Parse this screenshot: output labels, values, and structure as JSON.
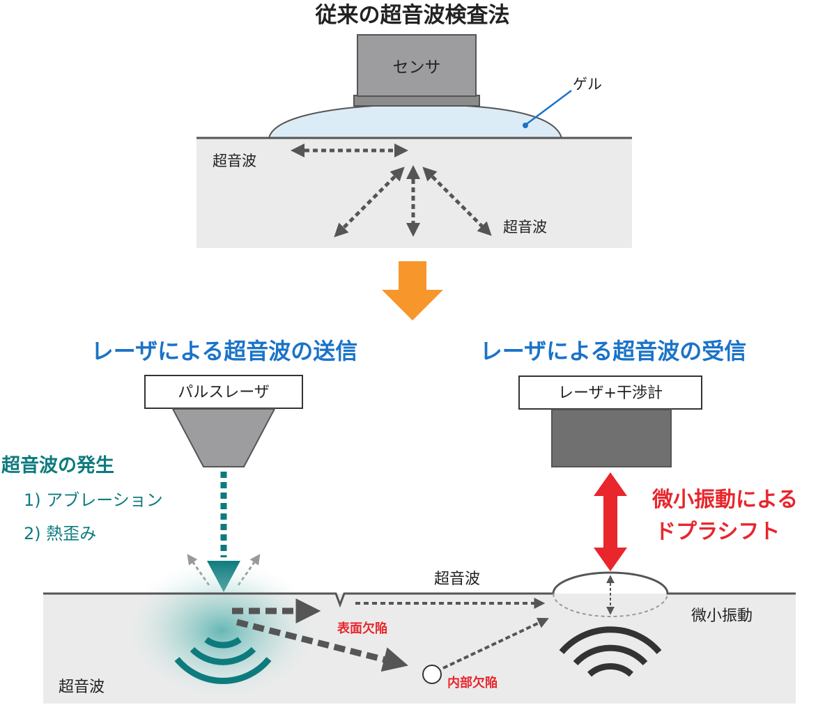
{
  "title": "従来の超音波検査法",
  "top_diagram": {
    "sensor_label": "センサ",
    "gel_label": "ゲル",
    "wave_left_label": "超音波",
    "wave_right_label": "超音波"
  },
  "headings": {
    "send": "レーザによる超音波の送信",
    "receive": "レーザによる超音波の受信"
  },
  "pulse_laser_label": "パルスレーザ",
  "interferometer_label": "レーザ+干渉計",
  "generation": {
    "title": "超音波の発生",
    "item1": "1) アブレーション",
    "item2": "2) 熱歪み"
  },
  "doppler": {
    "line1": "微小振動による",
    "line2": "ドプラシフト"
  },
  "bottom_diagram": {
    "wave_top_label": "超音波",
    "surface_defect_label": "表面欠陥",
    "internal_defect_label": "内部欠陥",
    "vibration_label": "微小振動",
    "wave_bottom_label": "超音波"
  },
  "colors": {
    "blue_heading": "#1a73c8",
    "teal": "#0d7b7e",
    "red": "#e8262c",
    "orange": "#f7962b",
    "material": "#ebebeb",
    "device": "#707070"
  }
}
